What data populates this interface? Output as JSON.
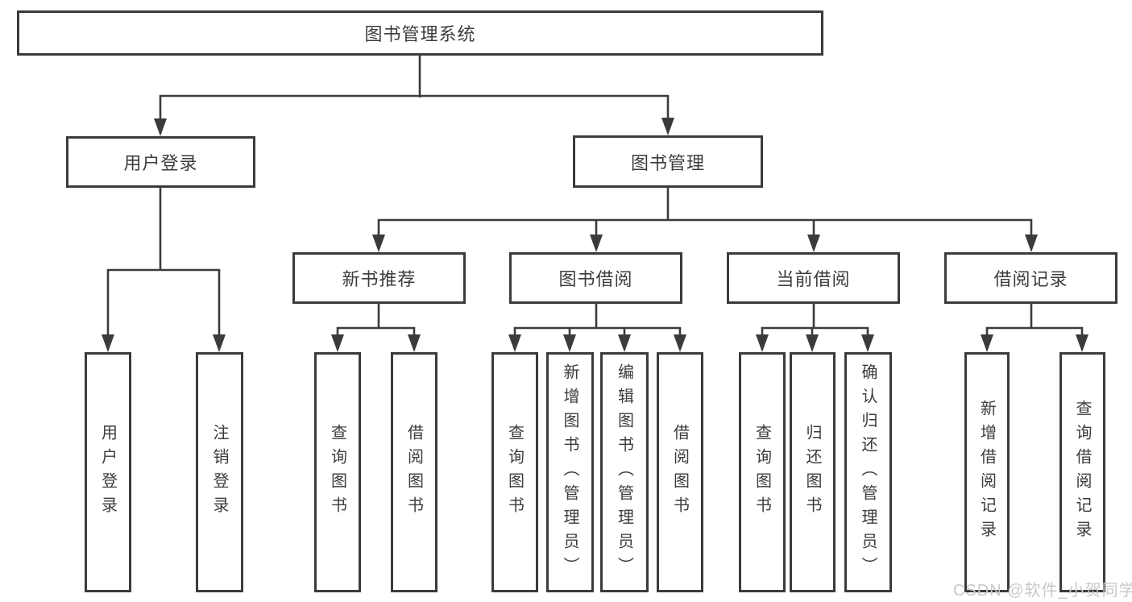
{
  "tree": {
    "root_label": "图书管理系统",
    "branches": [
      {
        "label": "用户登录",
        "children": [
          "用户登录",
          "注销登录"
        ]
      },
      {
        "label": "图书管理",
        "children": [
          {
            "label": "新书推荐",
            "children": [
              "查询图书",
              "借阅图书"
            ]
          },
          {
            "label": "图书借阅",
            "children": [
              "查询图书",
              "新增图书（管理员）",
              "编辑图书（管理员）",
              "借阅图书"
            ]
          },
          {
            "label": "当前借阅",
            "children": [
              "查询图书",
              "归还图书",
              "确认归还（管理员）"
            ]
          },
          {
            "label": "借阅记录",
            "children": [
              "新增借阅记录",
              "查询借阅记录"
            ]
          }
        ]
      }
    ]
  },
  "watermark": {
    "text": "CSDN @软件_小贺同学"
  },
  "colors": {
    "line": "#3b3b3b",
    "text": "#3c3c3c",
    "fill": "#ffffff",
    "bg": "#ffffff",
    "watermark": "#c9c9c9"
  }
}
